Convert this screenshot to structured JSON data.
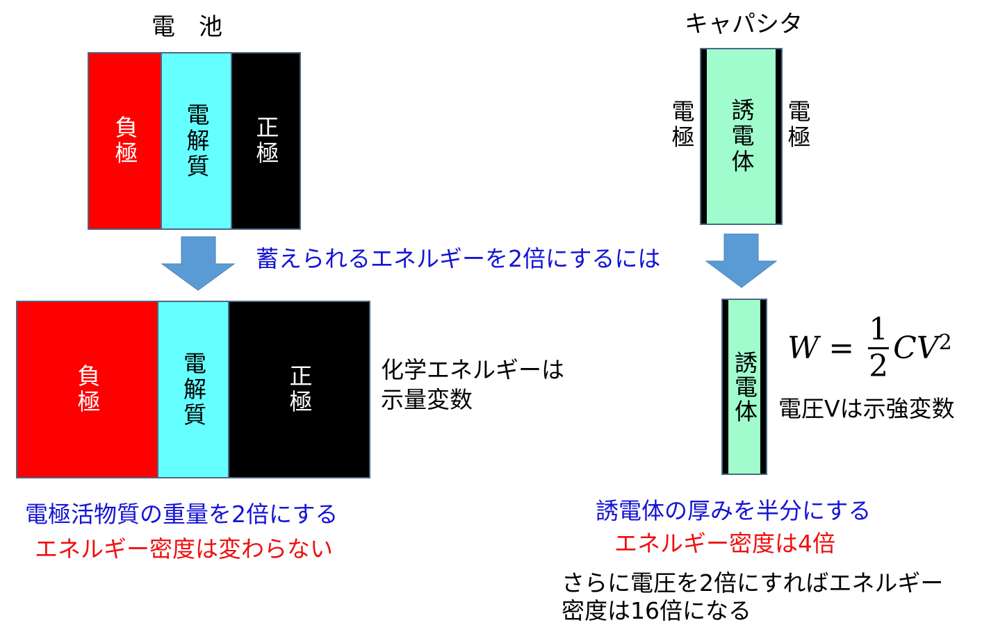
{
  "battery": {
    "title": "電　池",
    "layers": {
      "negative": "負極",
      "electrolyte": "電解質",
      "positive": "正極"
    },
    "colors": {
      "negative": "#ff0000",
      "electrolyte": "#66ffff",
      "positive": "#000000"
    }
  },
  "capacitor": {
    "title": "キャパシタ",
    "left_electrode": "電極",
    "right_electrode": "電極",
    "dielectric": "誘電体",
    "colors": {
      "dielectric": "#a0fccc",
      "plate": "#000000"
    }
  },
  "question": "蓄えられるエネルギーを2倍にするには",
  "battery_doubled": {
    "layers": {
      "negative": "負極",
      "electrolyte": "電解質",
      "positive": "正極"
    },
    "note_line1": "化学エネルギーは",
    "note_line2": "示量変数",
    "caption_blue": "電極活物質の重量を2倍にする",
    "caption_red": "エネルギー密度は変わらない"
  },
  "capacitor_thin": {
    "dielectric": "誘電体",
    "formula": {
      "lhs": "W",
      "eq": "=",
      "num": "1",
      "den": "2",
      "rhs": "CV",
      "exp": "2"
    },
    "note": "電圧Vは示強変数",
    "caption_blue": "誘電体の厚みを半分にする",
    "caption_red": "エネルギー密度は4倍",
    "extra_line1": "さらに電圧を2倍にすればエネルギー",
    "extra_line2": "密度は16倍になる"
  },
  "arrow_color": "#5b9bd5"
}
